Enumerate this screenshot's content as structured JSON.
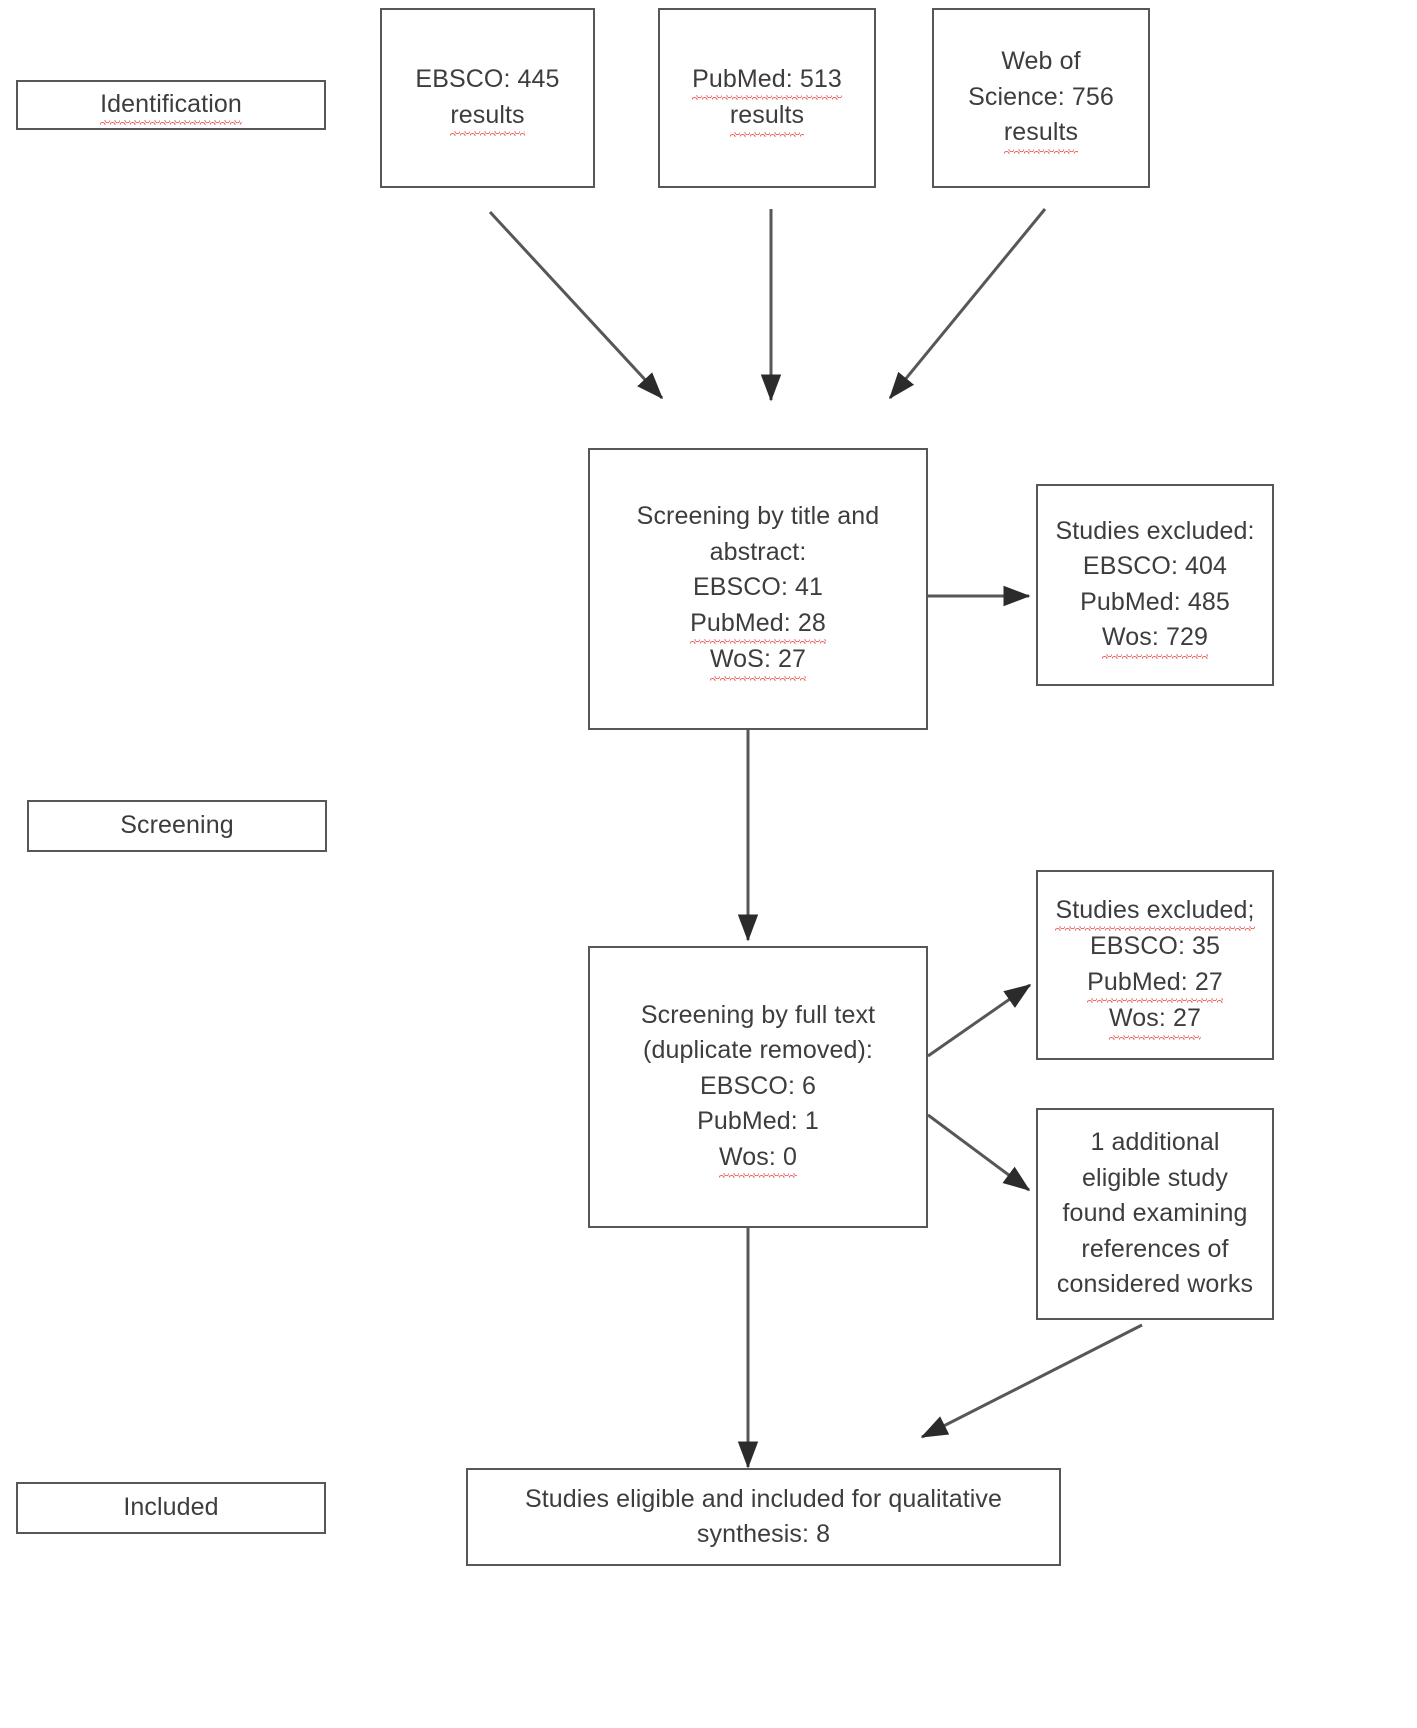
{
  "diagram": {
    "title": "PRISMA study selection flow diagram",
    "stroke_color": "#575757",
    "text_color": "#3d3d3d",
    "spellcheck_underline_color": "#e8615f",
    "background": "#ffffff"
  },
  "stages": {
    "identification": "Identification",
    "screening": "Screening",
    "included": "Included"
  },
  "sources": [
    {
      "name": "ebsco",
      "line1": "EBSCO: 445",
      "line2": "results"
    },
    {
      "name": "pubmed",
      "line1": "PubMed: 513",
      "line2": "results"
    },
    {
      "name": "web-of-science",
      "line1": "Web of",
      "line2": "Science: 756",
      "line3": "results"
    }
  ],
  "screening_title_abstract": {
    "line1": "Screening by title and",
    "line2": "abstract:",
    "line3": "EBSCO: 41",
    "line4": "PubMed: 28",
    "line5": "WoS: 27"
  },
  "excluded_title_abstract": {
    "line1": "Studies excluded:",
    "line2": "EBSCO: 404",
    "line3": "PubMed: 485",
    "line4": "Wos: 729"
  },
  "screening_full_text": {
    "line1": "Screening by full text",
    "line2": "(duplicate removed):",
    "line3": "EBSCO: 6",
    "line4": "PubMed: 1",
    "line5": "Wos: 0"
  },
  "excluded_full_text": {
    "line1": "Studies excluded;",
    "line2": "EBSCO: 35",
    "line3": "PubMed: 27",
    "line4": "Wos: 27"
  },
  "additional_study": {
    "line1": "1 additional",
    "line2": "eligible study",
    "line3": "found examining",
    "line4": "references of",
    "line5": "considered works"
  },
  "included_result": {
    "line1": "Studies eligible and included for qualitative",
    "line2": "synthesis: 8"
  },
  "chart_data": {
    "type": "diagram",
    "diagram_type": "prisma-flow",
    "nodes": [
      {
        "id": "ebsco",
        "stage": "Identification",
        "label": "EBSCO: 445 results",
        "value": 445
      },
      {
        "id": "pubmed",
        "stage": "Identification",
        "label": "PubMed: 513 results",
        "value": 513
      },
      {
        "id": "wos",
        "stage": "Identification",
        "label": "Web of Science: 756 results",
        "value": 756
      },
      {
        "id": "screen-title-abstract",
        "stage": "Screening",
        "label": "Screening by title and abstract: EBSCO: 41 PubMed: 28 WoS: 27",
        "values": {
          "EBSCO": 41,
          "PubMed": 28,
          "WoS": 27
        }
      },
      {
        "id": "excluded-1",
        "stage": "Screening",
        "label": "Studies excluded: EBSCO: 404 PubMed: 485 Wos: 729",
        "values": {
          "EBSCO": 404,
          "PubMed": 485,
          "Wos": 729
        }
      },
      {
        "id": "screen-full-text",
        "stage": "Screening",
        "label": "Screening by full text (duplicate removed): EBSCO: 6 PubMed: 1 Wos: 0",
        "values": {
          "EBSCO": 6,
          "PubMed": 1,
          "Wos": 0
        }
      },
      {
        "id": "excluded-2",
        "stage": "Screening",
        "label": "Studies excluded; EBSCO: 35 PubMed: 27 Wos: 27",
        "values": {
          "EBSCO": 35,
          "PubMed": 27,
          "Wos": 27
        }
      },
      {
        "id": "additional",
        "stage": "Screening",
        "label": "1 additional eligible study found examining references of considered works",
        "value": 1
      },
      {
        "id": "included",
        "stage": "Included",
        "label": "Studies eligible and included for qualitative synthesis: 8",
        "value": 8
      }
    ],
    "edges": [
      {
        "from": "ebsco",
        "to": "screen-title-abstract"
      },
      {
        "from": "pubmed",
        "to": "screen-title-abstract"
      },
      {
        "from": "wos",
        "to": "screen-title-abstract"
      },
      {
        "from": "screen-title-abstract",
        "to": "excluded-1"
      },
      {
        "from": "screen-title-abstract",
        "to": "screen-full-text"
      },
      {
        "from": "screen-full-text",
        "to": "excluded-2"
      },
      {
        "from": "screen-full-text",
        "to": "additional"
      },
      {
        "from": "screen-full-text",
        "to": "included"
      },
      {
        "from": "additional",
        "to": "included"
      }
    ]
  }
}
